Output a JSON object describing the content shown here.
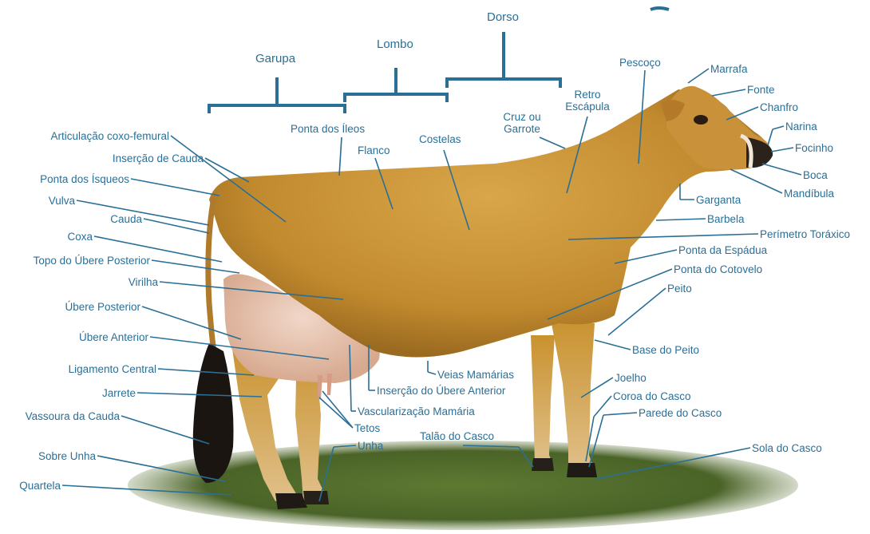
{
  "colors": {
    "label": "#2a6f96",
    "leader": "#2a6f96",
    "body": "#c9902f",
    "grass": "#4f6a2b"
  },
  "regions": {
    "garupa": "Garupa",
    "lombo": "Lombo",
    "dorso": "Dorso"
  },
  "labels": {
    "articulacao": "Articulação coxo-femural",
    "insercao_cauda": "Inserção de Cauda",
    "ponta_isqueos": "Ponta dos Ísqueos",
    "vulva": "Vulva",
    "cauda": "Cauda",
    "coxa": "Coxa",
    "topo_ubere": "Topo do Úbere Posterior",
    "virilha": "Virilha",
    "ubere_posterior": "Úbere Posterior",
    "ubere_anterior": "Úbere Anterior",
    "ligamento": "Ligamento Central",
    "jarrete": "Jarrete",
    "vassoura": "Vassoura da Cauda",
    "sobre_unha": "Sobre Unha",
    "quartela": "Quartela",
    "ponta_ileos": "Ponta dos Íleos",
    "flanco": "Flanco",
    "costelas": "Costelas",
    "cruz_garrote": "Cruz ou\nGarrote",
    "retro_escapula": "Retro\nEscápula",
    "pescoco": "Pescoço",
    "marrafa": "Marrafa",
    "fonte": "Fonte",
    "chanfro": "Chanfro",
    "narina": "Narina",
    "focinho": "Focinho",
    "boca": "Boca",
    "mandibula": "Mandíbula",
    "garganta": "Garganta",
    "barbela": "Barbela",
    "perimetro": "Perímetro Toráxico",
    "ponta_espadua": "Ponta da Espádua",
    "ponta_cotovelo": "Ponta do Cotovelo",
    "peito": "Peito",
    "base_peito": "Base do Peito",
    "joelho": "Joelho",
    "coroa_casco": "Coroa do Casco",
    "parede_casco": "Parede do Casco",
    "sola_casco": "Sola do Casco",
    "veias": "Veias Mamárias",
    "insercao_ubere": "Inserção do Úbere Anterior",
    "vascularizacao": "Vascularização Mamária",
    "tetos": "Tetos",
    "unha": "Unha",
    "talao": "Talão do Casco"
  }
}
